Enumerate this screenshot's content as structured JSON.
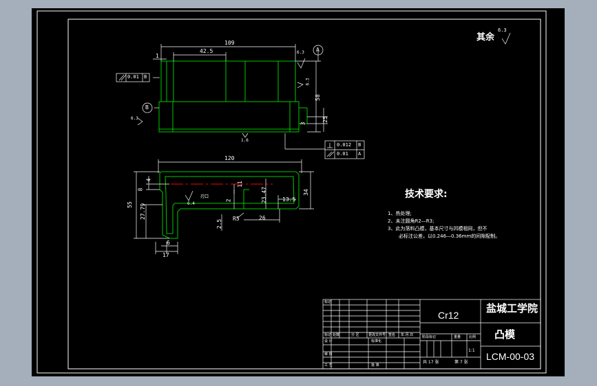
{
  "colors": {
    "background": "#a4afbb",
    "sheet": "#000000",
    "line": "#ffffff",
    "outline": "#00c800",
    "center_line": "#ff0000"
  },
  "roughness": {
    "other_label": "其余",
    "other_value": "6.3",
    "top_right": "6.3",
    "right_face": "6.3",
    "left_face": "6.3",
    "bottom": "1.6",
    "edge_note": "6.4",
    "edge_label": "刃口"
  },
  "datums": {
    "a": "A",
    "b": "B"
  },
  "tolerances": {
    "parallel_b": {
      "value": "0.01",
      "datum": "B"
    },
    "perp_b": {
      "value": "0.012",
      "datum": "B"
    },
    "parallel_a": {
      "value": "0.01",
      "datum": "A"
    }
  },
  "top_view_dims": {
    "overall": "109",
    "offset": "42.5",
    "small": "1",
    "height": "58",
    "step": "3",
    "step_height": "25"
  },
  "front_view_dims": {
    "overall": "120",
    "height_a": "55",
    "height_b": "27.79",
    "small_a": "8",
    "small_b": "4",
    "mid_a": "11",
    "mid_b": "2",
    "mid_c": "23.47",
    "right_height": "34",
    "inner_width": "13.5",
    "bottom_offset": "2.5",
    "radius": "R5",
    "length_26": "26",
    "foot_inner": "6",
    "foot_outer": "17"
  },
  "technical_requirements": {
    "title": "技术要求:",
    "items": [
      "1、热处理;",
      "2、未注圆角R2—R3;",
      "3、此为落料凸模，基本尺寸与凹模相同，但不",
      "必标注公差，以0.246—0.36mm的间隙配制。"
    ]
  },
  "title_block": {
    "material": "Cr12",
    "school": "盐城工学院",
    "part_name": "凸模",
    "drawing_number": "LCM-00-03",
    "scale": "1:1",
    "sheets_total": "共 17 张",
    "sheet_no": "第 7 张",
    "labels": {
      "marker": "标记",
      "count": "处数",
      "zone": "分 区",
      "change_doc": "更改文件号",
      "signature": "签名",
      "date": "年.月.日",
      "design": "设 计",
      "standardize": "标准化",
      "stage": "阶段标记",
      "weight": "重量",
      "scale": "比例",
      "check": "审 核",
      "process": "工 艺",
      "approve": "批 准"
    }
  }
}
